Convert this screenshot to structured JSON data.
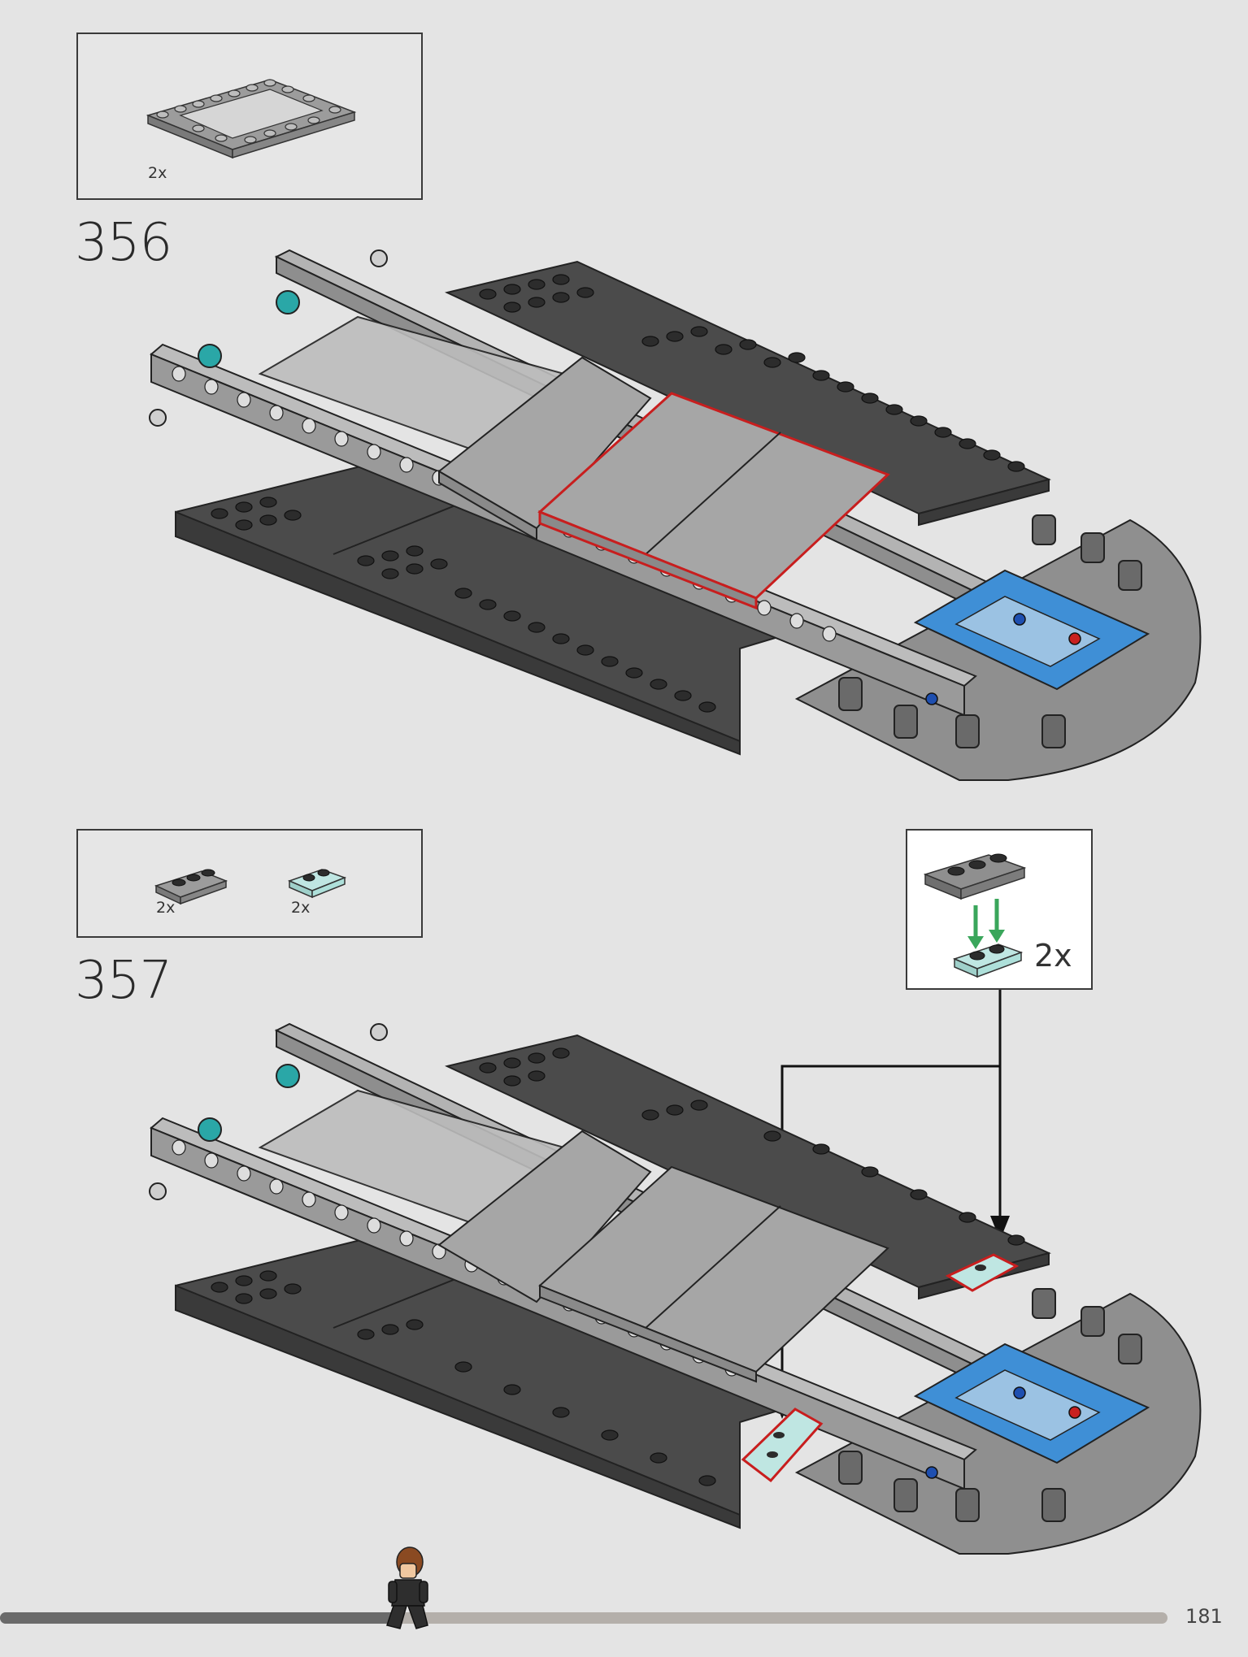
{
  "step_356": {
    "number": "356",
    "parts": [
      {
        "name": "grey-frame-plate",
        "qty": "2x"
      }
    ]
  },
  "step_357": {
    "number": "357",
    "parts": [
      {
        "name": "grey-plate-1x3",
        "qty": "2x"
      },
      {
        "name": "trans-light-blue-plate-1x2",
        "qty": "2x"
      }
    ],
    "subassembly": {
      "qty": "2x"
    }
  },
  "footer": {
    "page_number": "181",
    "progress": 0.34
  },
  "colors": {
    "background": "#e4e4e4",
    "dark_plate": "#4b4b4b",
    "light_grey": "#a9a9a9",
    "tile_grey": "#a6a6a6",
    "blue": "#3f8fd6",
    "teal": "#2aa7a7",
    "trans_light_blue": "#bfe6e2",
    "highlight_red": "#c81e1e",
    "arrow_green": "#3aa65b"
  }
}
